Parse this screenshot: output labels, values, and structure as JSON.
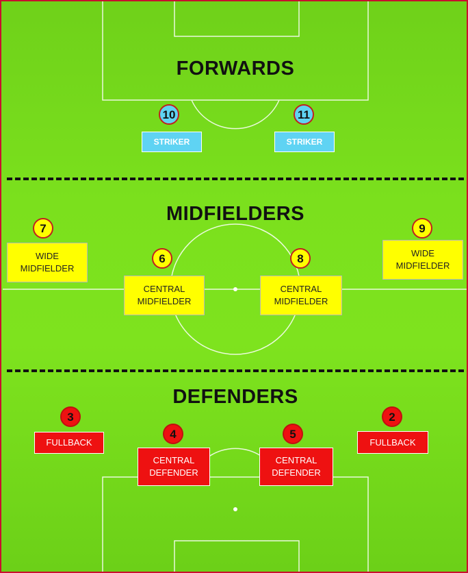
{
  "sections": {
    "forwards": "FORWARDS",
    "midfielders": "MIDFIELDERS",
    "defenders": "DEFENDERS"
  },
  "players": {
    "p10": {
      "number": "10",
      "role": "STRIKER"
    },
    "p11": {
      "number": "11",
      "role": "STRIKER"
    },
    "p7": {
      "number": "7",
      "role": "WIDE\nMIDFIELDER"
    },
    "p6": {
      "number": "6",
      "role": "CENTRAL\nMIDFIELDER"
    },
    "p8": {
      "number": "8",
      "role": "CENTRAL\nMIDFIELDER"
    },
    "p9": {
      "number": "9",
      "role": "WIDE\nMIDFIELDER"
    },
    "p3": {
      "number": "3",
      "role": "FULLBACK"
    },
    "p4": {
      "number": "4",
      "role": "CENTRAL\nDEFENDER"
    },
    "p5": {
      "number": "5",
      "role": "CENTRAL\nDEFENDER"
    },
    "p2": {
      "number": "2",
      "role": "FULLBACK"
    }
  },
  "colors": {
    "forwards": "#5fd3f3",
    "midfielders": "#ffff00",
    "defenders": "#ee1111",
    "pitch": "#7be01d",
    "border": "#c8102e"
  }
}
